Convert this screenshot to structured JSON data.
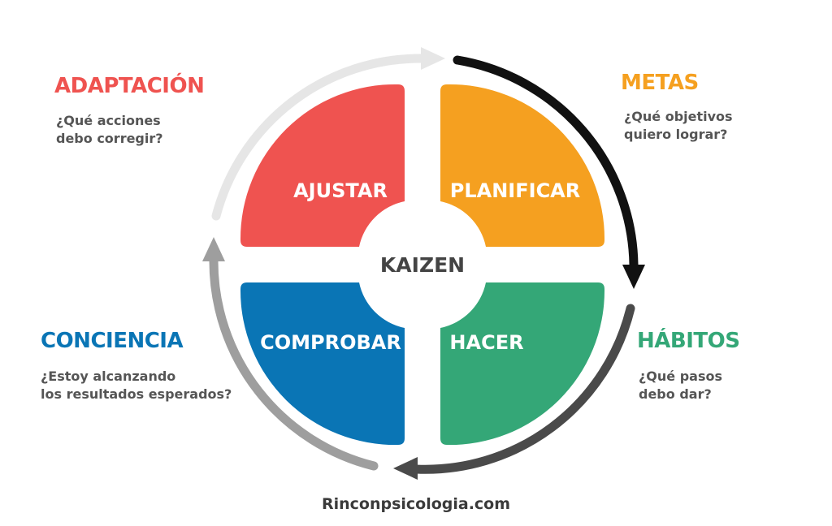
{
  "center": {
    "label": "KAIZEN"
  },
  "quadrants": [
    {
      "id": "ajustar",
      "label": "AJUSTAR",
      "color": "#ef5350"
    },
    {
      "id": "planificar",
      "label": "PLANIFICAR",
      "color": "#f5a020"
    },
    {
      "id": "comprobar",
      "label": "COMPROBAR",
      "color": "#0a75b5"
    },
    {
      "id": "hacer",
      "label": "HACER",
      "color": "#34a777"
    }
  ],
  "corners": {
    "adaptacion": {
      "title": "ADAPTACIÓN",
      "color": "#ef5350",
      "lines": [
        "¿Qué acciones",
        "debo corregir?"
      ]
    },
    "metas": {
      "title": "METAS",
      "color": "#f5a020",
      "lines": [
        "¿Qué objetivos",
        "quiero lograr?"
      ]
    },
    "conciencia": {
      "title": "CONCIENCIA",
      "color": "#0a75b5",
      "lines": [
        "¿Estoy alcanzando",
        "los resultados esperados?"
      ]
    },
    "habitos": {
      "title": "HÁBITOS",
      "color": "#34a777",
      "lines": [
        "¿Qué pasos",
        "debo dar?"
      ]
    }
  },
  "arrow_colors": {
    "top_right": "#111111",
    "bottom_right": "#4a4a4a",
    "bottom_left": "#9e9e9e",
    "top_left": "#e6e6e6"
  },
  "footer": {
    "text": "Rinconpsicologia.com"
  }
}
